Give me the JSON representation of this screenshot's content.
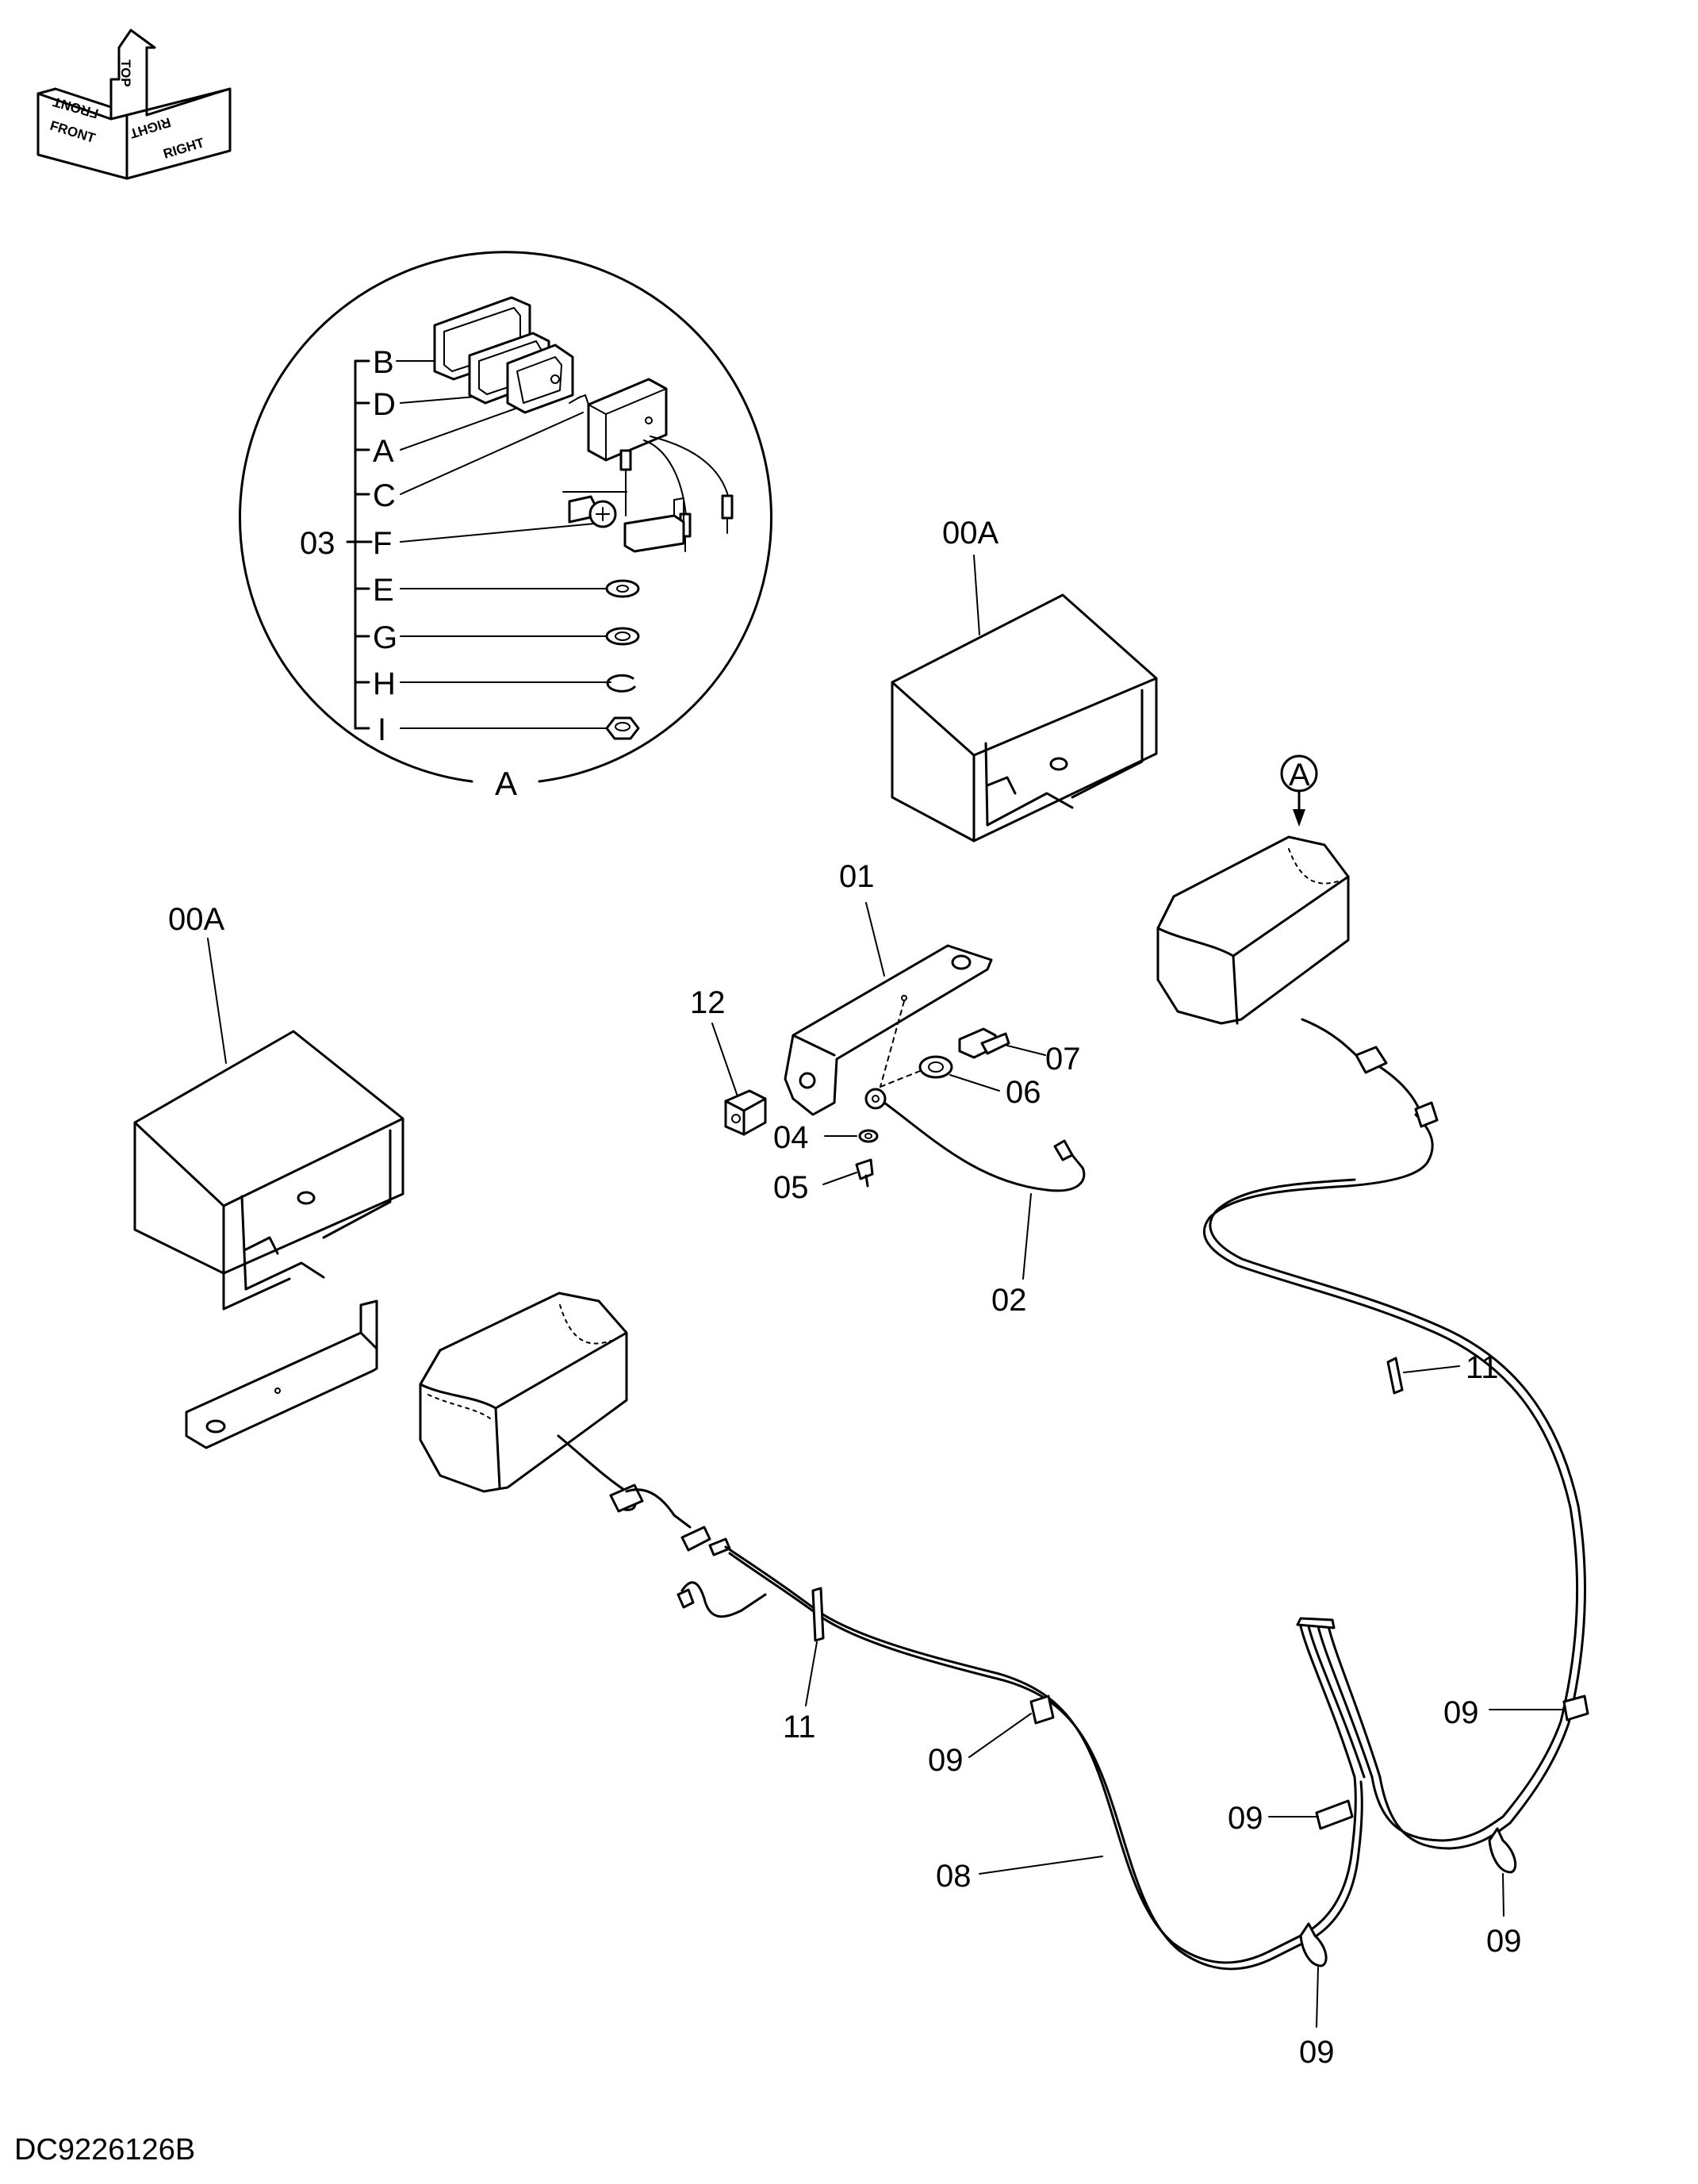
{
  "orientation": {
    "top": "TOP",
    "front": "FRONT",
    "right": "RIGHT"
  },
  "detail": {
    "name": "A",
    "assembly_label": "03",
    "components": [
      "B",
      "D",
      "A",
      "C",
      "F",
      "E",
      "G",
      "H",
      "I"
    ]
  },
  "view_marker": "A",
  "callouts": {
    "p00a_left": "00A",
    "p00a_right": "00A",
    "p01": "01",
    "p02": "02",
    "p04": "04",
    "p05": "05",
    "p06": "06",
    "p07": "07",
    "p08": "08",
    "p09_a": "09",
    "p09_b": "09",
    "p09_c": "09",
    "p09_d": "09",
    "p09_e": "09",
    "p11_left": "11",
    "p11_right": "11",
    "p12": "12"
  },
  "drawing_code": "DC9226126B"
}
